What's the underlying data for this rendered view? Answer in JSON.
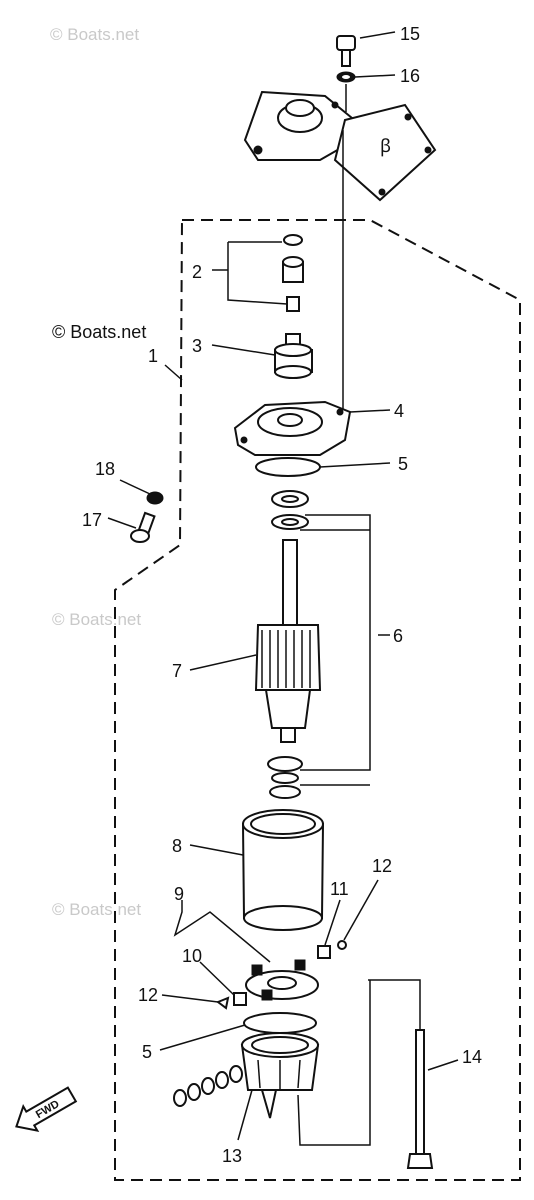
{
  "watermarks": {
    "main": "© Boats.net",
    "faint": "© Boats.net"
  },
  "fwd_label": "FWD",
  "callouts": [
    {
      "id": "1",
      "label": "1"
    },
    {
      "id": "2",
      "label": "2"
    },
    {
      "id": "3",
      "label": "3"
    },
    {
      "id": "4",
      "label": "4"
    },
    {
      "id": "5a",
      "label": "5"
    },
    {
      "id": "5b",
      "label": "5"
    },
    {
      "id": "6",
      "label": "6"
    },
    {
      "id": "7",
      "label": "7"
    },
    {
      "id": "8",
      "label": "8"
    },
    {
      "id": "9",
      "label": "9"
    },
    {
      "id": "10",
      "label": "10"
    },
    {
      "id": "11",
      "label": "11"
    },
    {
      "id": "12a",
      "label": "12"
    },
    {
      "id": "12b",
      "label": "12"
    },
    {
      "id": "13",
      "label": "13"
    },
    {
      "id": "14",
      "label": "14"
    },
    {
      "id": "15",
      "label": "15"
    },
    {
      "id": "16",
      "label": "16"
    },
    {
      "id": "17",
      "label": "17"
    },
    {
      "id": "18",
      "label": "18"
    }
  ]
}
